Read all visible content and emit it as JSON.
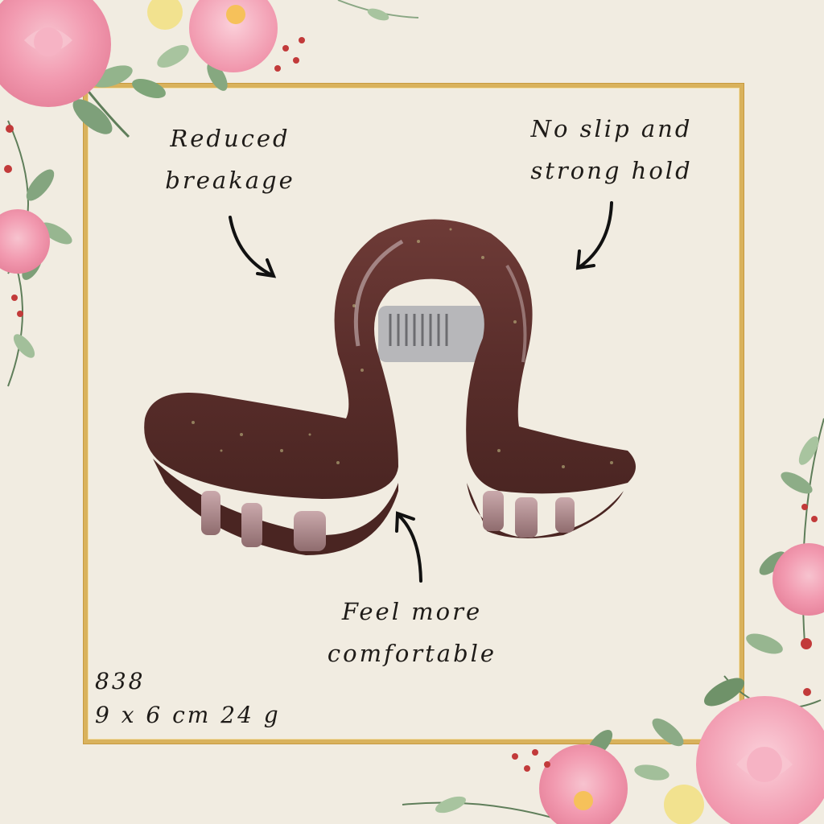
{
  "callouts": {
    "left": {
      "line1": "Reduced",
      "line2": "breakage"
    },
    "right": {
      "line1": "No slip and",
      "line2": "strong hold"
    },
    "bottom": {
      "line1": "Feel more",
      "line2": "comfortable"
    }
  },
  "specs": {
    "code": "838",
    "size_weight": "9 x 6 cm 24 g"
  },
  "icons": {
    "arrow": "curved-arrow-icon",
    "flower": "rose-flower-icon",
    "product": "hair-claw-clip"
  },
  "colors": {
    "background": "#f1ece1",
    "frame": "#d9b25c",
    "clip": "#5a2e2b",
    "rose": "#f2a3b4"
  }
}
